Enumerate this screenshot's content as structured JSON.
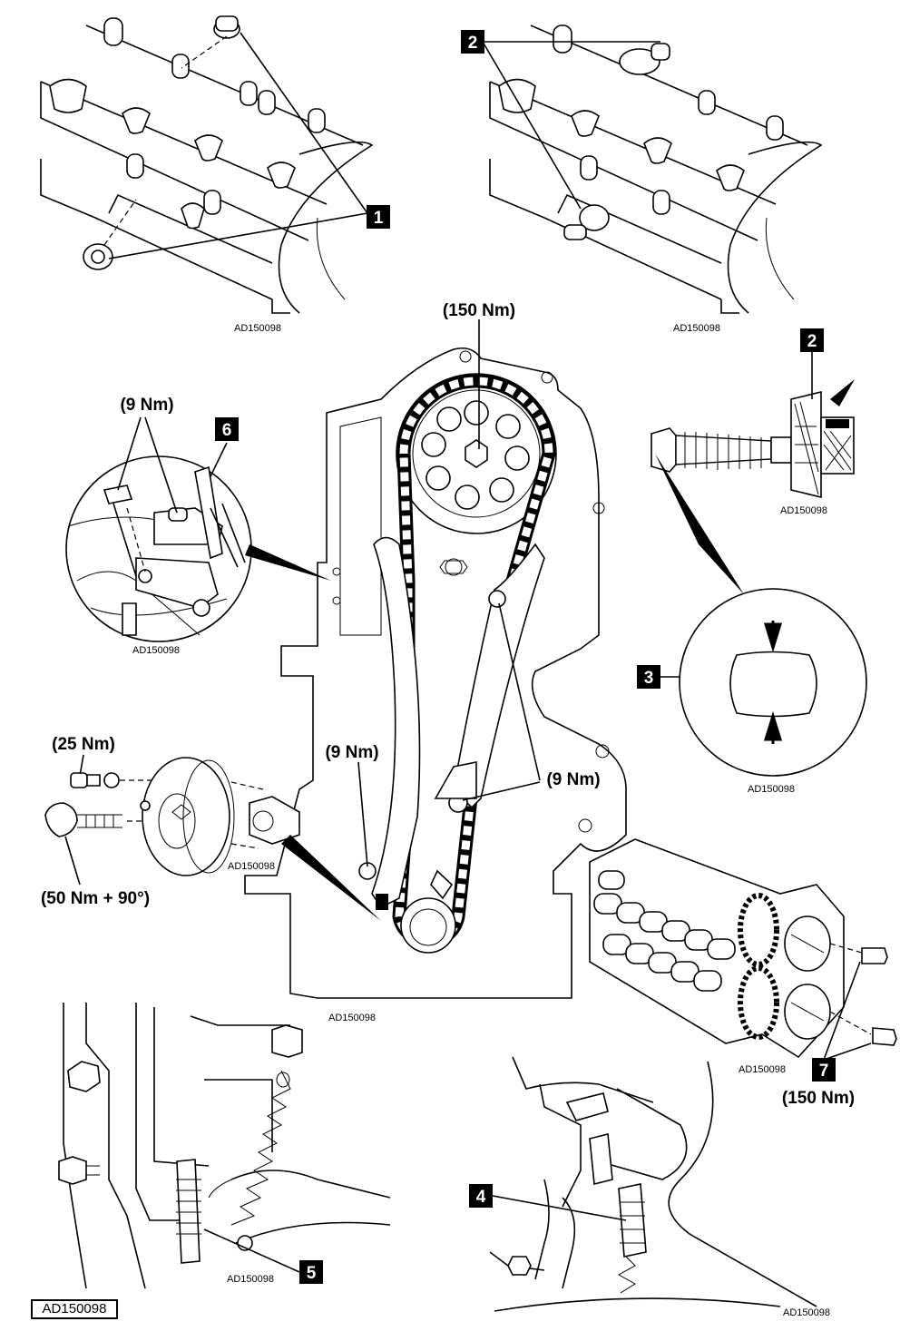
{
  "figure_code": "AD150098",
  "panel_refs": {
    "top_left": "AD150098",
    "top_right": "AD150098",
    "adjuster_tool": "AD150098",
    "tensioner_detail": "AD150098",
    "profile_detail": "AD150098",
    "pulley": "AD150098",
    "main_engine": "AD150098",
    "cylinder_head": "AD150098",
    "bottom_left": "AD150098",
    "bottom_right": "AD150098"
  },
  "callouts": {
    "c1": "1",
    "c2_top": "2",
    "c2_tool": "2",
    "c3": "3",
    "c4": "4",
    "c5": "5",
    "c6": "6",
    "c7": "7"
  },
  "torques": {
    "camshaft_sprocket": "(150 Nm)",
    "tensioner_bolts": "(9 Nm)",
    "guide_left": "(9 Nm)",
    "guide_right": "(9 Nm)",
    "pulley_small_bolt": "(25 Nm)",
    "pulley_center_bolt": "(50 Nm + 90°)",
    "camshaft_bolts": "(150 Nm)"
  }
}
